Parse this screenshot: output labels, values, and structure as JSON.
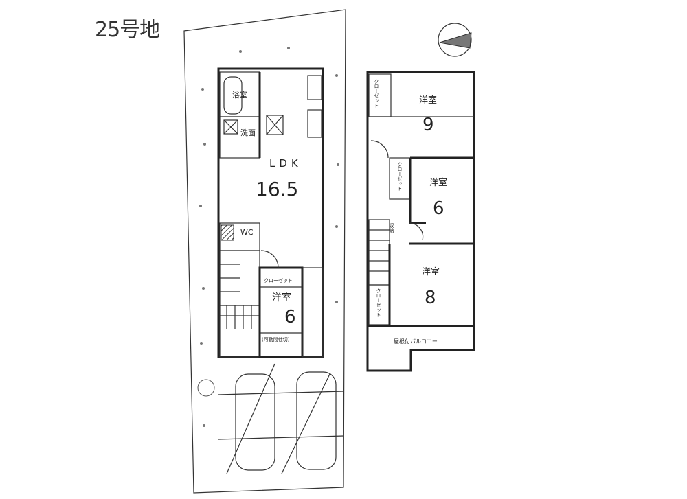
{
  "title": "25号地",
  "floor1": {
    "bath": "浴室",
    "washroom": "洗面",
    "ldk_label": "LDK",
    "ldk_size": "16.5",
    "wc": "WC",
    "closet": "クローゼット",
    "room_label": "洋室",
    "room_size": "6",
    "partition_note": "(可動間仕切)"
  },
  "floor2": {
    "rooms": [
      {
        "label": "洋室",
        "size": "9"
      },
      {
        "label": "洋室",
        "size": "6"
      },
      {
        "label": "洋室",
        "size": "8"
      }
    ],
    "closet": "クローゼット",
    "storage": "収納",
    "balcony": "屋根付バルコニー"
  }
}
